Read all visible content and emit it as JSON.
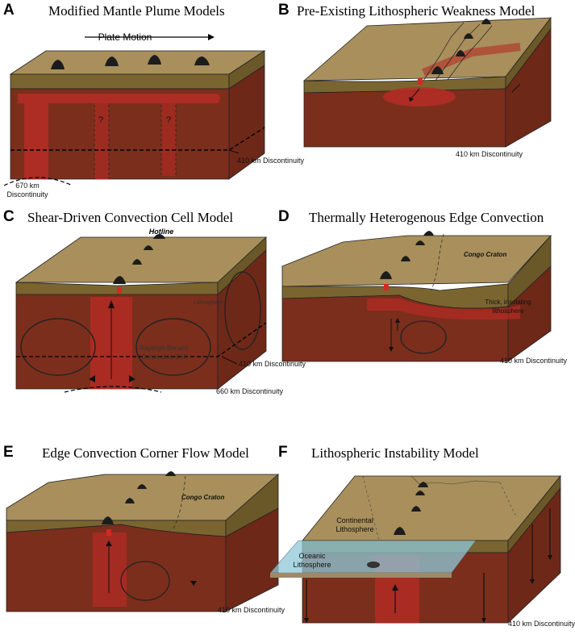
{
  "colors": {
    "crust_top": "#a88f5c",
    "lithosphere": "#7a6530",
    "mantle": "#7b2e1c",
    "plume": "#b62b24",
    "volcano": "#1c1c1c",
    "ocean_slab": "#8fc9d8"
  },
  "panels": {
    "A": {
      "letter": "A",
      "title": "Modified Mantle Plume Models",
      "plate_motion": "Plate Motion",
      "question": "?",
      "label_410": "410 km Discontinuity",
      "label_670": "670 km Discontinuity"
    },
    "B": {
      "letter": "B",
      "title": "Pre-Existing Lithospheric Weakness Model",
      "label_410": "410 km Discontinuity"
    },
    "C": {
      "letter": "C",
      "title": "Shear-Driven Convection Cell Model",
      "hotline": "Hotline",
      "lithosphere": "Lithosphere",
      "cell": "Rayleigh-Benard Convection Cell",
      "label_410": "410 km Discontinuity",
      "label_660": "660 km Discontinuity"
    },
    "D": {
      "letter": "D",
      "title": "Thermally Heterogenous Edge Convection",
      "craton": "Congo Craton",
      "thick": "Thick, insolating lithosphere",
      "label_410": "410 km Discontinuity"
    },
    "E": {
      "letter": "E",
      "title": "Edge Convection Corner Flow Model",
      "craton": "Congo Craton",
      "label_410": "410 km Discontinuity"
    },
    "F": {
      "letter": "F",
      "title": "Lithospheric Instability Model",
      "continental": "Continental Lithosphere",
      "oceanic": "Oceanic Lithosphere",
      "label_410": "410 km Discontinuity"
    }
  }
}
